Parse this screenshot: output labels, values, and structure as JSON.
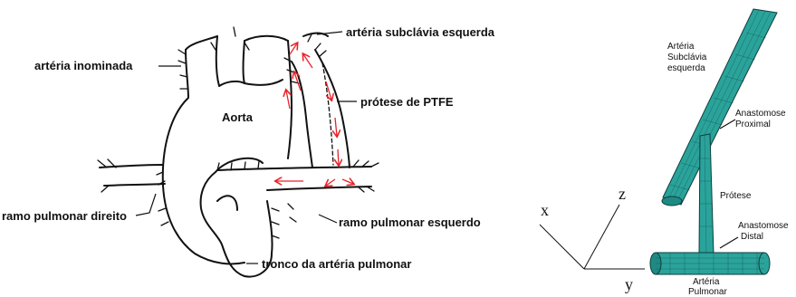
{
  "left_diagram": {
    "labels": {
      "aorta": "Aorta",
      "innominate_artery": "artéria inominada",
      "left_subclavian_artery": "artéria subclávia esquerda",
      "ptfe_graft": "prótese de PTFE",
      "right_pulmonary_branch": "ramo pulmonar direito",
      "left_pulmonary_branch": "ramo pulmonar esquerdo",
      "pulmonary_trunk": "tronco da artéria pulmonar"
    },
    "colors": {
      "outline": "#111111",
      "flow_arrows": "#e8232a"
    }
  },
  "right_model": {
    "labels": {
      "subclavian_l1": "Artéria",
      "subclavian_l2": "Subclávia",
      "subclavian_l3": "esquerda",
      "proximal_l1": "Anastomose",
      "proximal_l2": "Proximal",
      "prosthesis": "Prótese",
      "distal_l1": "Anastomose",
      "distal_l2": "Distal",
      "pulmonary_l1": "Artéria",
      "pulmonary_l2": "Pulmonar"
    },
    "axes": {
      "x": "x",
      "y": "y",
      "z": "z"
    },
    "colors": {
      "mesh": "#2aa39b",
      "mesh_edge": "#0d3e3b"
    }
  }
}
